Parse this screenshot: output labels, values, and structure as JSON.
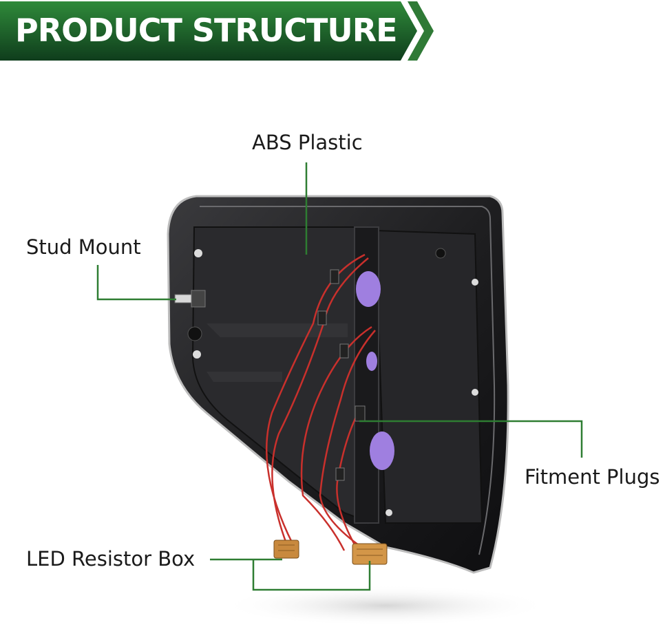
{
  "header": {
    "title": "PRODUCT STRUCTURE"
  },
  "callouts": {
    "abs_plastic": "ABS Plastic",
    "stud_mount": "Stud Mount",
    "fitment_plugs": "Fitment Plugs",
    "led_resistor_box": "LED Resistor Box"
  },
  "colors": {
    "banner_dark": "#0f3d1c",
    "banner_light": "#2f8a3a",
    "leader_green": "#2e7d32",
    "housing": "#1c1c1e",
    "wire": "#c9302c"
  }
}
